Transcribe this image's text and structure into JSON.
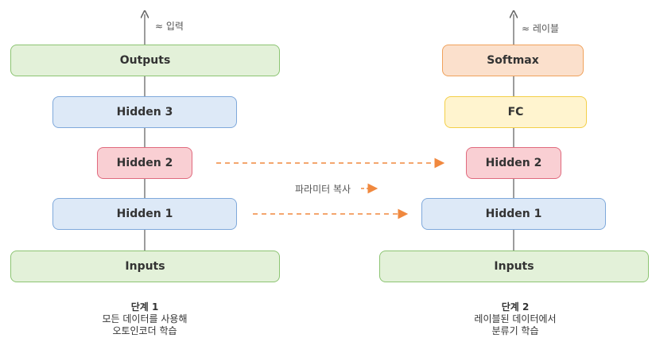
{
  "left": {
    "top_label": "≈ 입력",
    "outputs": "Outputs",
    "hidden3": "Hidden 3",
    "hidden2": "Hidden 2",
    "hidden1": "Hidden 1",
    "inputs": "Inputs",
    "step_title": "단계 1",
    "step_line1": "모든 데이터를 사용해",
    "step_line2": "오토인코더 학습"
  },
  "right": {
    "top_label": "≈ 레이블",
    "softmax": "Softmax",
    "fc": "FC",
    "hidden2": "Hidden 2",
    "hidden1": "Hidden 1",
    "inputs": "Inputs",
    "step_title": "단계 2",
    "step_line1": "레이블된 데이터에서",
    "step_line2": "분류기 학습"
  },
  "middle": {
    "copy_label": "파라미터 복사"
  },
  "colors": {
    "green": "#e3f1d9",
    "blue": "#dde9f7",
    "pink": "#f9cfd3",
    "orange": "#fbe0cc",
    "yellow": "#fff4cf",
    "arrow": "#f0883e"
  }
}
